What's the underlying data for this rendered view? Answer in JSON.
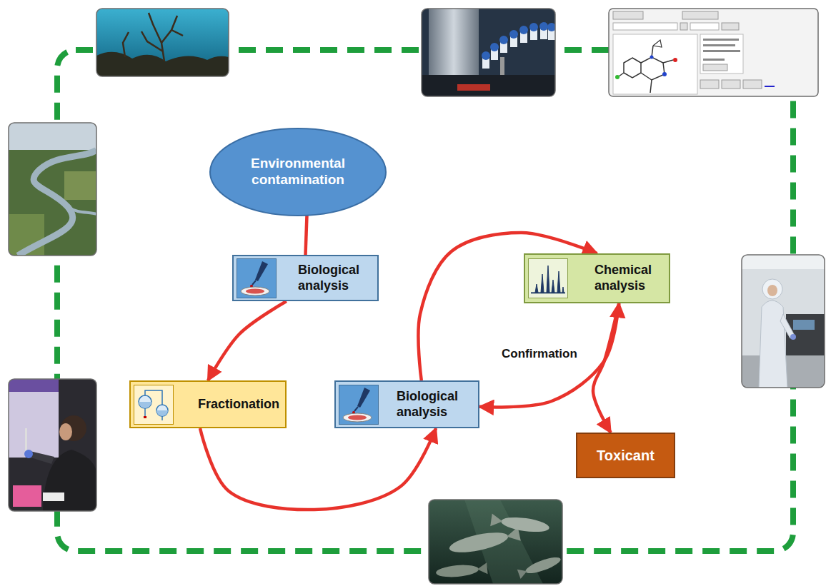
{
  "diagram": {
    "nodes": [
      {
        "text": [
          "Environmental contamination"
        ]
      },
      {
        "text": [
          "Biological analysis"
        ]
      },
      {
        "text": [
          "Chemical analysis"
        ]
      },
      {
        "text": [
          "Fractionation"
        ]
      },
      {
        "text": [
          "Biological analysis"
        ]
      },
      {
        "text": [
          "Toxicant"
        ]
      }
    ],
    "edges": [
      {
        "from": 0,
        "to": 1,
        "arrow": "none"
      },
      {
        "from": 1,
        "to": 3,
        "arrow": "to"
      },
      {
        "from": 3,
        "to": 4,
        "arrow": "to"
      },
      {
        "from": 4,
        "to": 2,
        "arrow": "to"
      },
      {
        "from": 2,
        "to": 4,
        "label": "Confirmation",
        "arrow": "both"
      },
      {
        "from": 2,
        "to": 5,
        "arrow": "to"
      }
    ]
  }
}
